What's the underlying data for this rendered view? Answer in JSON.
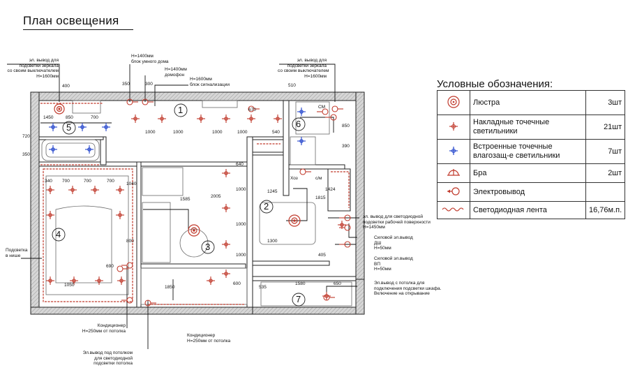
{
  "title": "План освещения",
  "rooms": [
    "1",
    "2",
    "3",
    "4",
    "5",
    "6",
    "7"
  ],
  "dims": {
    "top_400": "400",
    "top_350": "350",
    "top_300": "300",
    "top_510": "510",
    "h1450": "1450",
    "h850": "850",
    "h700a": "700",
    "v720": "720",
    "v350": "350",
    "c1000a": "1000",
    "c1000b": "1000",
    "c1000c": "1000",
    "c1000d": "1000",
    "c540": "540",
    "b340": "340",
    "b700a": "700",
    "b700b": "700",
    "b700c": "700",
    "v1040": "1040",
    "v800": "800",
    "v690": "690",
    "v1050": "1050",
    "l1585": "1585",
    "v2005": "2005",
    "v1000": "1000",
    "v1000b": "1000",
    "v1000c": "1000",
    "v640": "640",
    "b600": "600",
    "v1850": "1850",
    "k1245": "1245",
    "k1424": "1424",
    "v1300": "1300",
    "v1815": "1815",
    "v405": "405",
    "v670": "670",
    "v850": "850",
    "v390": "390",
    "b535": "535",
    "b1580": "1580",
    "b650": "650"
  },
  "annotations": {
    "mirror_left": "эл. вывод для\nподсветки зеркала\nсо своим выключателем\nН=1600мм",
    "smart_home": "Н=1400мм\nблок умного дома",
    "intercom": "Н=1400мм\nдомофон",
    "alarm": "Н=1600мм\nблок сигнализации",
    "mirror_right": "эл. вывод для\nподсветки зеркала\nсо своим выключателем\nН=1600мм",
    "niche": "Подсветка\nв нише",
    "worktop": "эл. вывод для светодиодной\nподсветки рабочей поверхности\nН=1450мм",
    "dw": "Силовой эл.вывод\nДШ\nН=50мм",
    "vp": "Силовой эл.вывод\nВП\nН=50мм",
    "wardrobe": "Эл.вывод с потолка для\nподключения подсветки шкафа.\nВключение на открывание",
    "ac_left": "Кондиционер\nН=250мм от потолка",
    "ac_right": "Кондиционер\nН=250мм от потолка",
    "ceiling_led": "Эл.вывод под потолком\nдля светодиодной\nподсветки потолка",
    "hob": "Хоз",
    "hob2": "с/м",
    "cm": "СМ"
  },
  "legend": {
    "title": "Условные обозначения:",
    "rows": [
      {
        "label": "Люстра",
        "count": "3шт",
        "icon": "chandelier-icon"
      },
      {
        "label": "Накладные точечные светильники",
        "count": "21шт",
        "icon": "surface-spotlight-icon"
      },
      {
        "label": "Встроенные точечные влагозащ-е светильники",
        "count": "7шт",
        "icon": "recessed-waterproof-spotlight-icon"
      },
      {
        "label": "Бра",
        "count": "2шт",
        "icon": "sconce-icon"
      },
      {
        "label": "Электровывод",
        "count": "",
        "icon": "electrical-outlet-icon"
      },
      {
        "label": "Светодиодная лента",
        "count": "16,76м.п.",
        "icon": "led-strip-icon"
      }
    ]
  },
  "colors": {
    "lamp": "#c0392b",
    "waterproof": "#2244cc",
    "wall": "#222222",
    "wall_fill": "#d0d0d0",
    "led": "#c0392b"
  }
}
